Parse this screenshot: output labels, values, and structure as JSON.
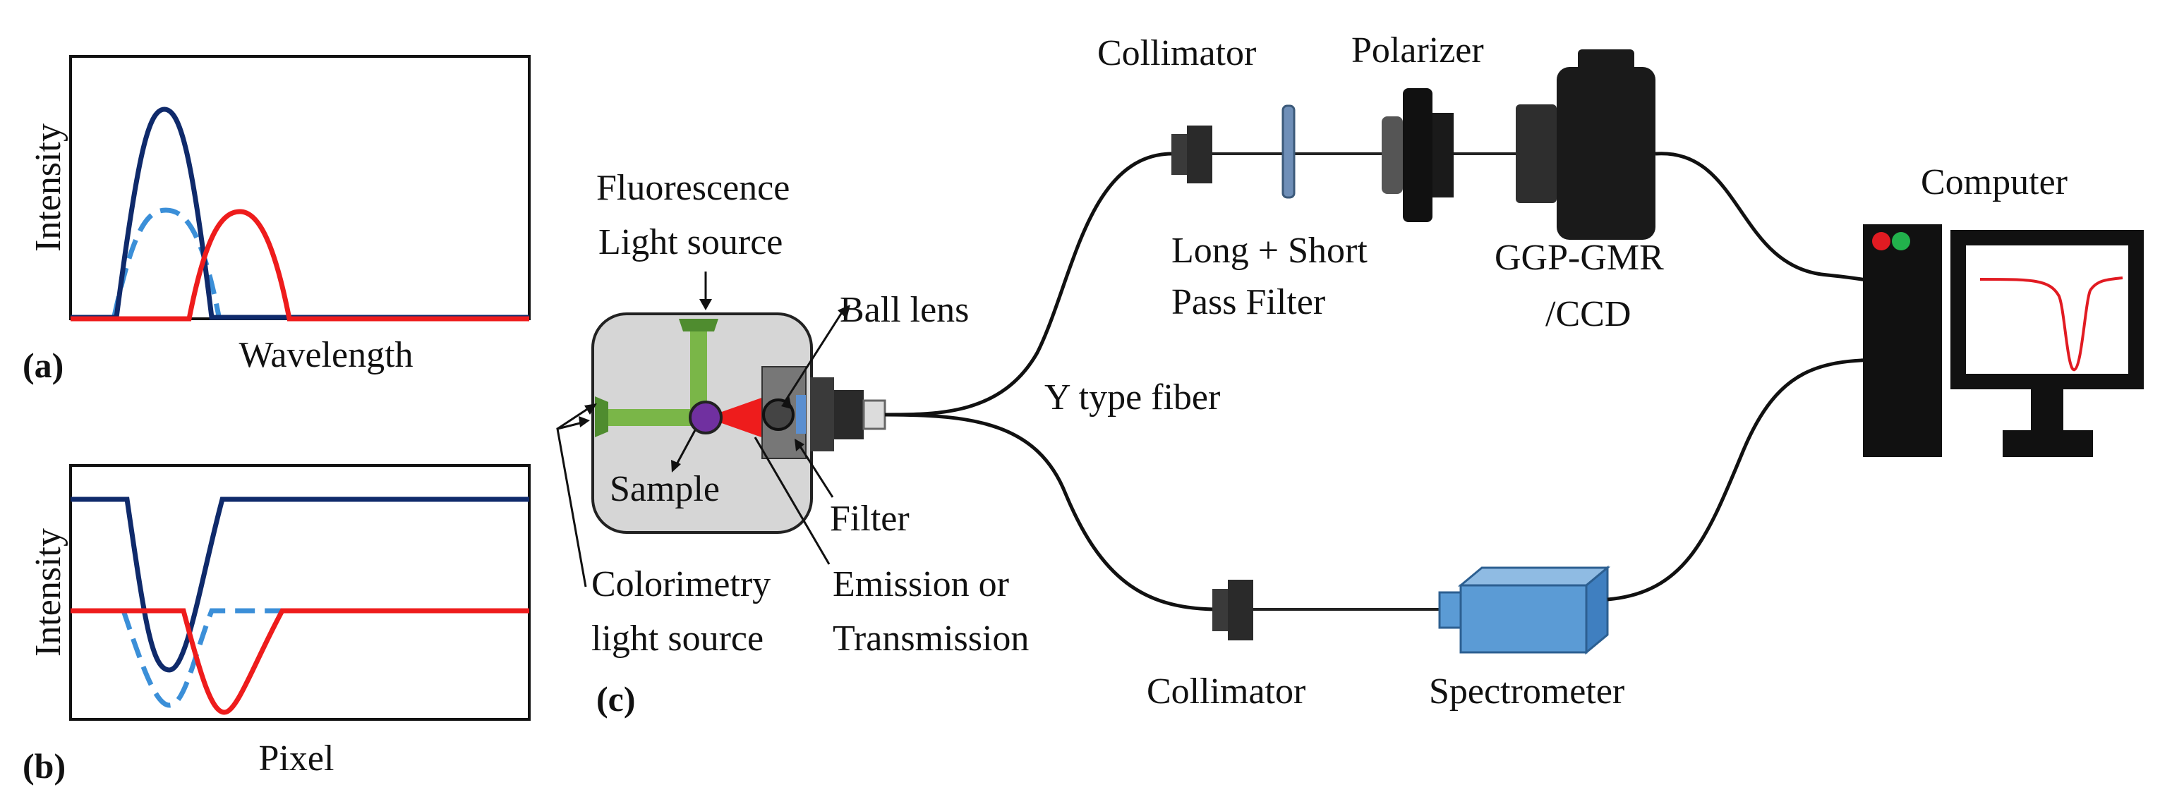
{
  "colors": {
    "navy": "#0f2a6b",
    "dashed_blue": "#3b8fd8",
    "red": "#ee1c1c",
    "green": "#7ab648",
    "purple": "#7030a0",
    "spectrometer": "#5b9bd5",
    "device_fill": "#d6d6d6",
    "dark": "#222222"
  },
  "panel_a": {
    "label": "(a)",
    "ylabel": "Intensity",
    "xlabel": "Wavelength"
  },
  "panel_b": {
    "label": "(b)",
    "ylabel": "Intensity",
    "xlabel": "Pixel"
  },
  "panel_c": {
    "label": "(c)",
    "fluorescence_source": [
      "Fluorescence",
      "Light source"
    ],
    "ball_lens": "Ball lens",
    "sample": "Sample",
    "filter": "Filter",
    "colorimetry_source": [
      "Colorimetry",
      "light source"
    ],
    "emission": [
      "Emission or",
      "Transmission"
    ],
    "y_fiber": "Y type fiber",
    "collimator_top": "Collimator",
    "polarizer": "Polarizer",
    "long_short_filter": [
      "Long + Short",
      "Pass Filter"
    ],
    "ggp_gmr": [
      "GGP-GMR",
      "/CCD"
    ],
    "computer": "Computer",
    "collimator_bottom": "Collimator",
    "spectrometer": "Spectrometer"
  }
}
